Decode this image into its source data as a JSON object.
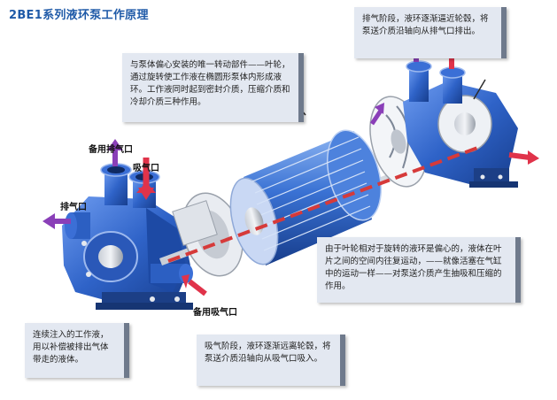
{
  "title": "2BE1系列液环泵工作原理",
  "callouts": {
    "top_center": "与泵体偏心安装的唯一转动部件——叶轮，通过旋转使工作液在椭圆形泵体内形成液环。工作液同时起到密封介质，压缩介质和冷却介质三种作用。",
    "top_right": "排气阶段，液环逐渐逼近轮毂，将泵送介质沿轴向从排气口排出。",
    "middle_right": "由于叶轮相对于旋转的液环是偏心的，液体在叶片之间的空间内往复运动，——就像活塞在气缸中的运动一样——对泵送介质产生抽吸和压缩的作用。",
    "bottom_left": "连续注入的工作液，用以补偿被排出气体带走的液体。",
    "bottom_center": "吸气阶段，液环逐渐远离轮毂，将泵送介质沿轴向从吸气口吸入。"
  },
  "labels": {
    "backup_exhaust": "备用排气口",
    "suction": "吸气口",
    "exhaust": "排气口",
    "backup_suction": "备用吸气口"
  },
  "colors": {
    "pump_blue": "#2f63c8",
    "flow_red": "#e0334a",
    "flow_purple": "#8a3fb8",
    "callout_bg": "#e3e8f1",
    "title_blue": "#1f5aa8"
  }
}
